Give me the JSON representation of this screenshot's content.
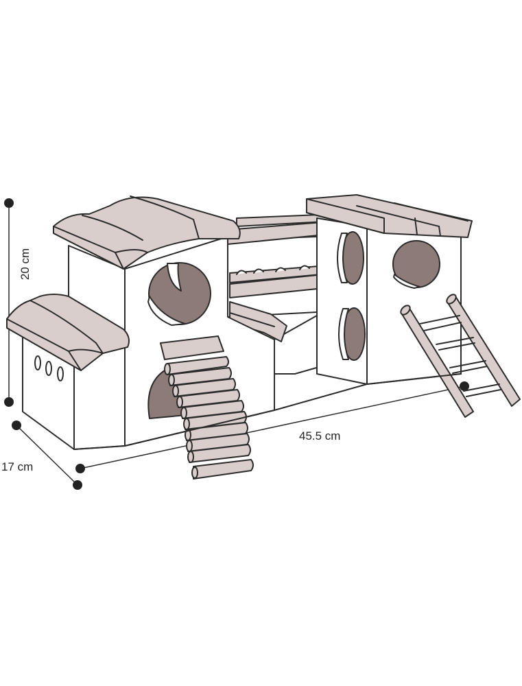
{
  "colors": {
    "outline": "#2b2b2b",
    "wall": "#ffffff",
    "wood": "#d9cecb",
    "hole": "#8c7b76",
    "dimension": "#222222"
  },
  "dimensions": {
    "height": "20 cm",
    "depth": "17 cm",
    "width": "45.5 cm"
  }
}
